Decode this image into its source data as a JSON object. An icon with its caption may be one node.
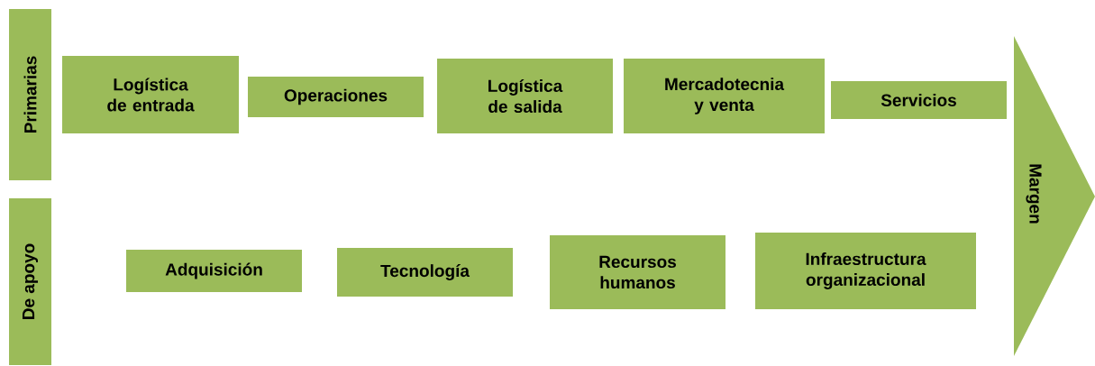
{
  "diagram": {
    "nodes": [
      {
        "text": [
          "Primarias"
        ]
      },
      {
        "text": [
          "De apoyo"
        ]
      },
      {
        "text": [
          "Logística de entrada"
        ]
      },
      {
        "text": [
          "Operaciones"
        ]
      },
      {
        "text": [
          "Logística de salida"
        ]
      },
      {
        "text": [
          "Mercadotecnia y venta"
        ]
      },
      {
        "text": [
          "Servicios"
        ]
      },
      {
        "text": [
          "Adquisición"
        ]
      },
      {
        "text": [
          "Tecnología"
        ]
      },
      {
        "text": [
          "Recursos humanos"
        ]
      },
      {
        "text": [
          "Infraestructura organizacional"
        ]
      },
      {
        "text": [
          "Margen"
        ]
      }
    ]
  }
}
